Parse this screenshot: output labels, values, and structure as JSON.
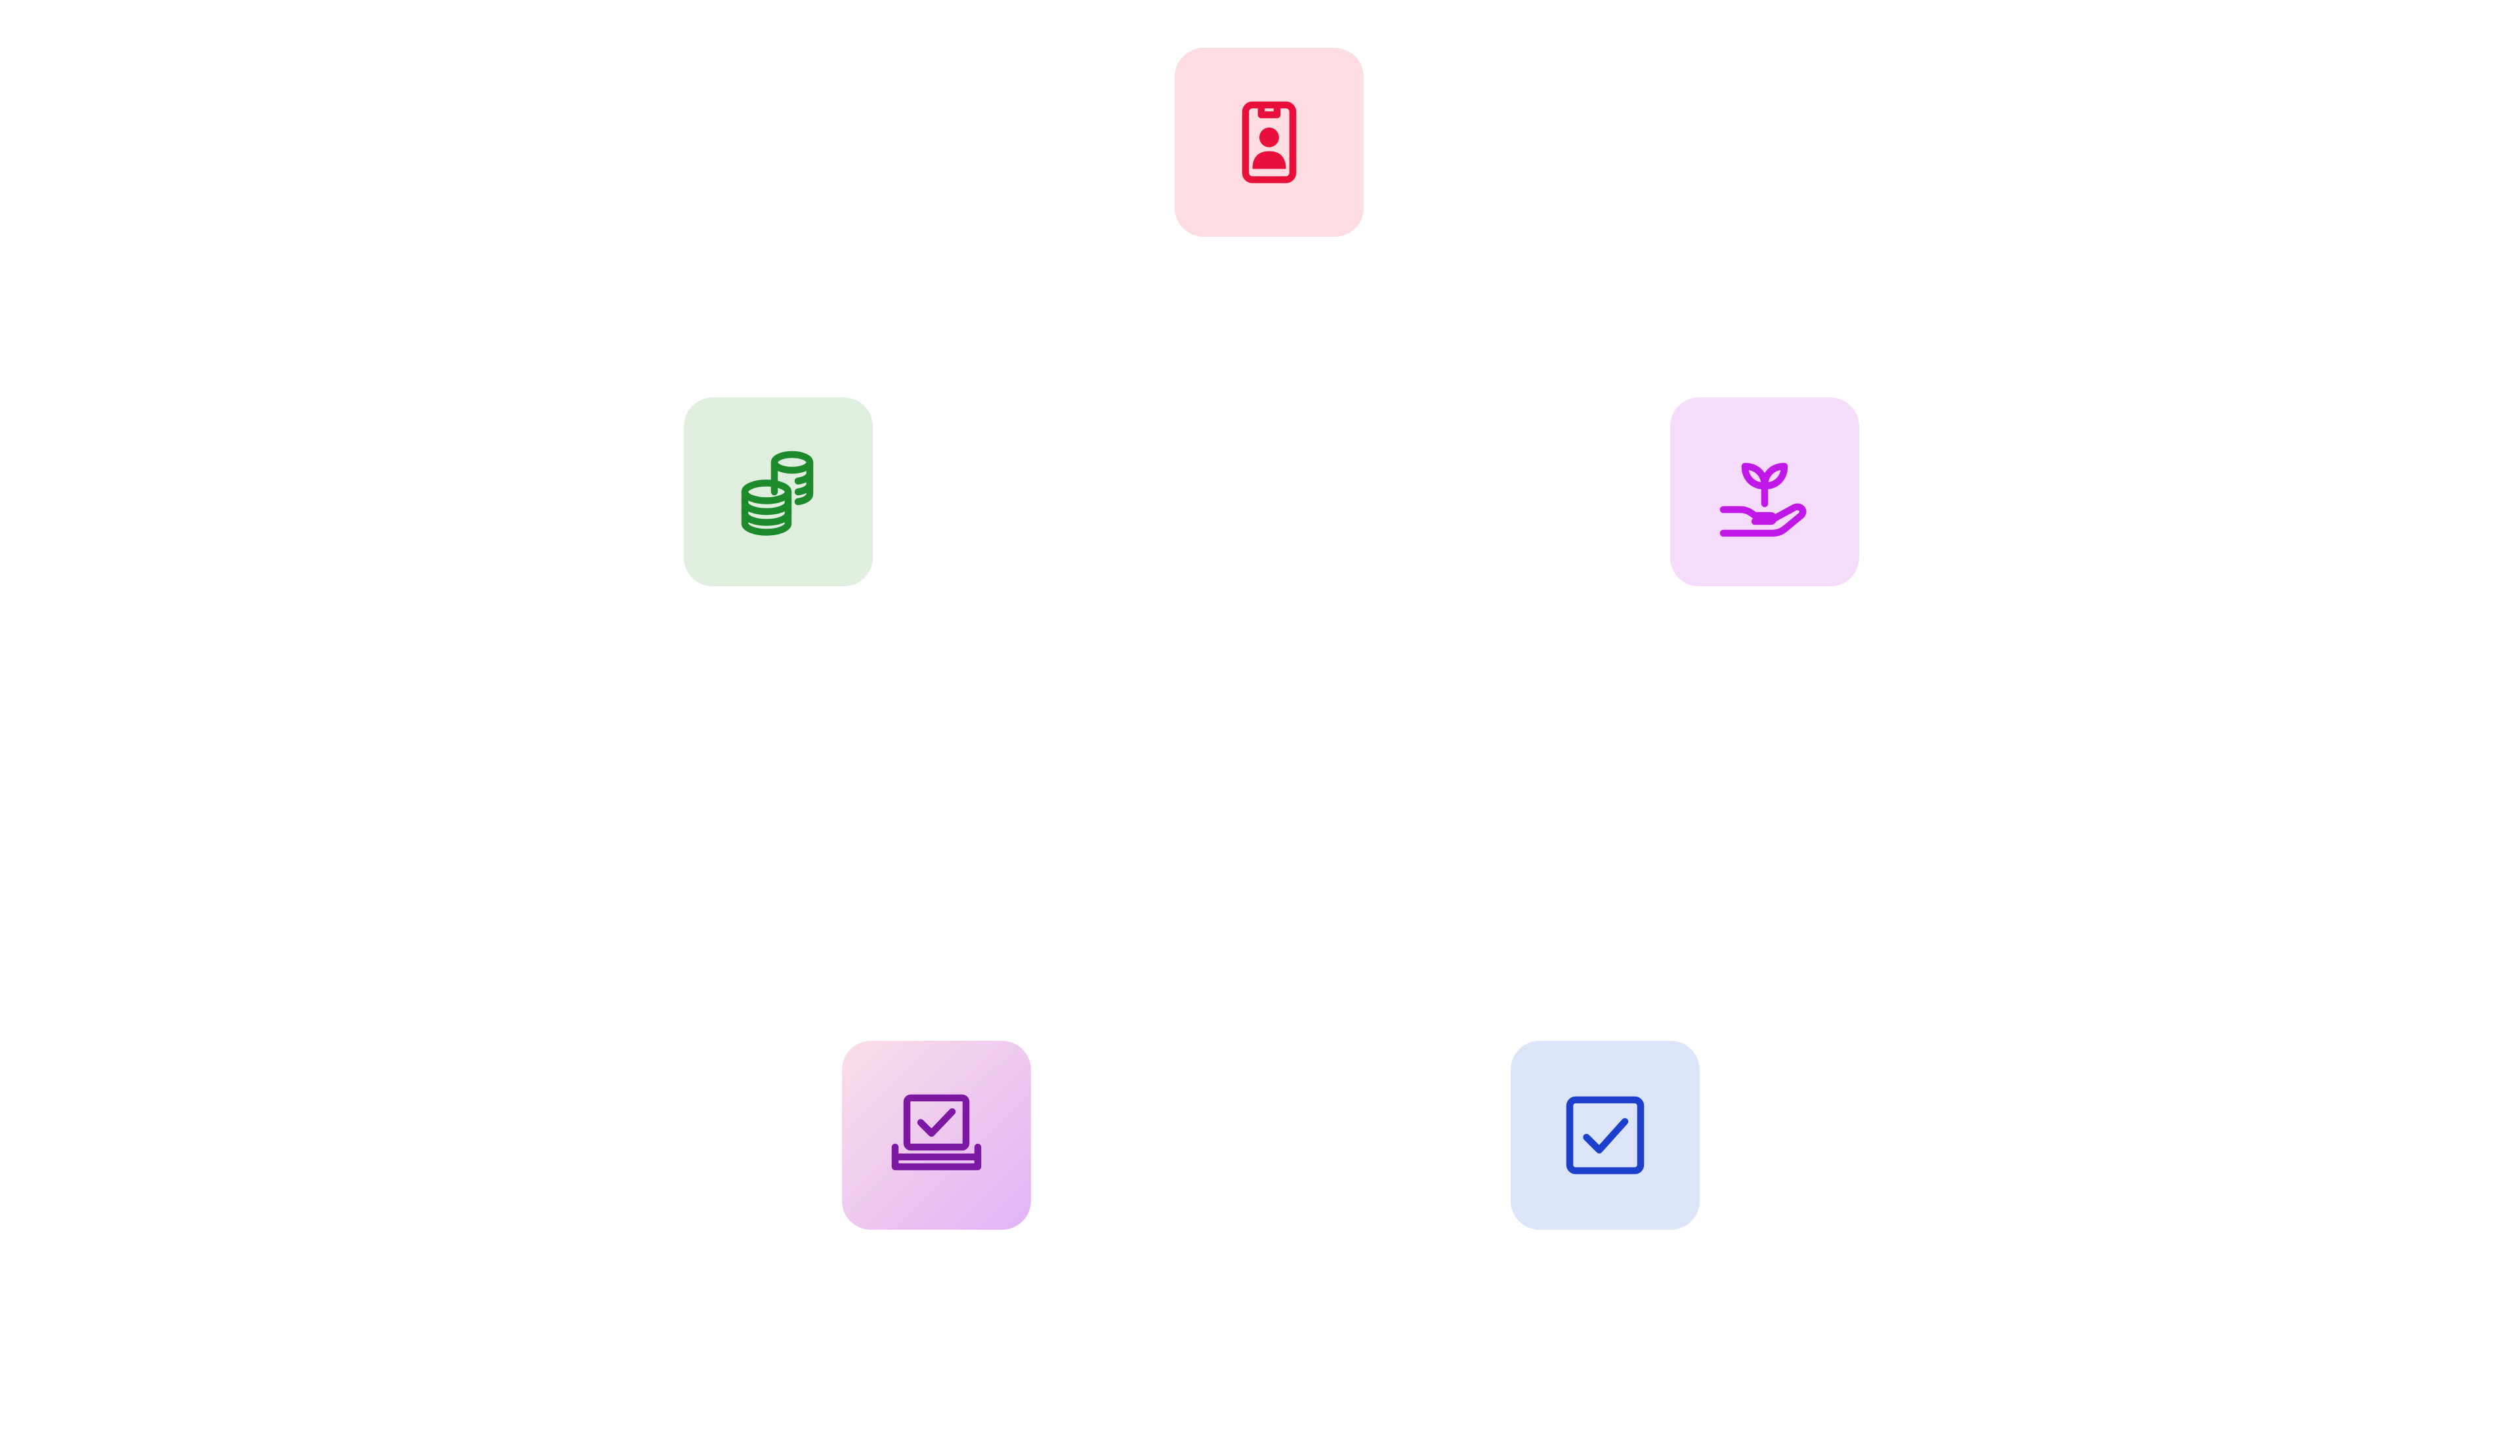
{
  "tiles": [
    {
      "id": "badge",
      "icon": "id-badge-icon",
      "background": "#fddde2",
      "color": "#e8103a"
    },
    {
      "id": "coins",
      "icon": "coin-stack-icon",
      "background": "#e0eee0",
      "color": "#1d8a2b"
    },
    {
      "id": "growth",
      "icon": "plant-in-hand-icon",
      "background": "#f5dcfb",
      "color": "#c018e6"
    },
    {
      "id": "laptop",
      "icon": "laptop-checkmark-icon",
      "background_gradient": [
        "#fbdde7",
        "#e1b4f8"
      ],
      "color": "#7d18a3"
    },
    {
      "id": "check",
      "icon": "checkbox-icon",
      "background": "#dbe5f7",
      "color": "#1c3fcc"
    }
  ]
}
